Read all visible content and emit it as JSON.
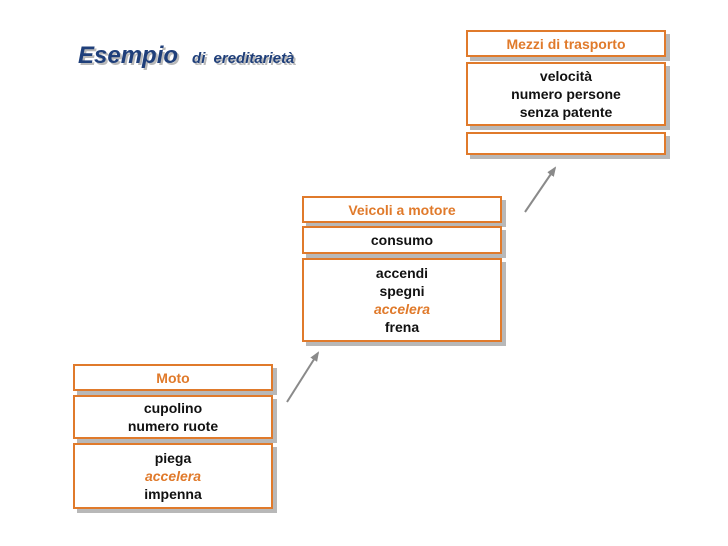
{
  "title": {
    "main": "Esempio",
    "sub": "di ereditarietà"
  },
  "colors": {
    "accent": "#e07a2b",
    "title": "#1f3f7a",
    "shadow": "#b8b8b8",
    "arrow": "#8a8a8a"
  },
  "classes": {
    "mezzi": {
      "name": "Mezzi di trasporto",
      "attributes": [
        "velocità",
        "numero persone",
        "senza patente"
      ],
      "methods": []
    },
    "veicoli": {
      "name": "Veicoli a motore",
      "attributes": [
        "consumo"
      ],
      "methods": [
        "accendi",
        "spegni",
        "accelera",
        "frena"
      ]
    },
    "moto": {
      "name": "Moto",
      "attributes": [
        "cupolino",
        "numero ruote"
      ],
      "methods": [
        "piega",
        "accelera",
        "impenna"
      ]
    }
  }
}
